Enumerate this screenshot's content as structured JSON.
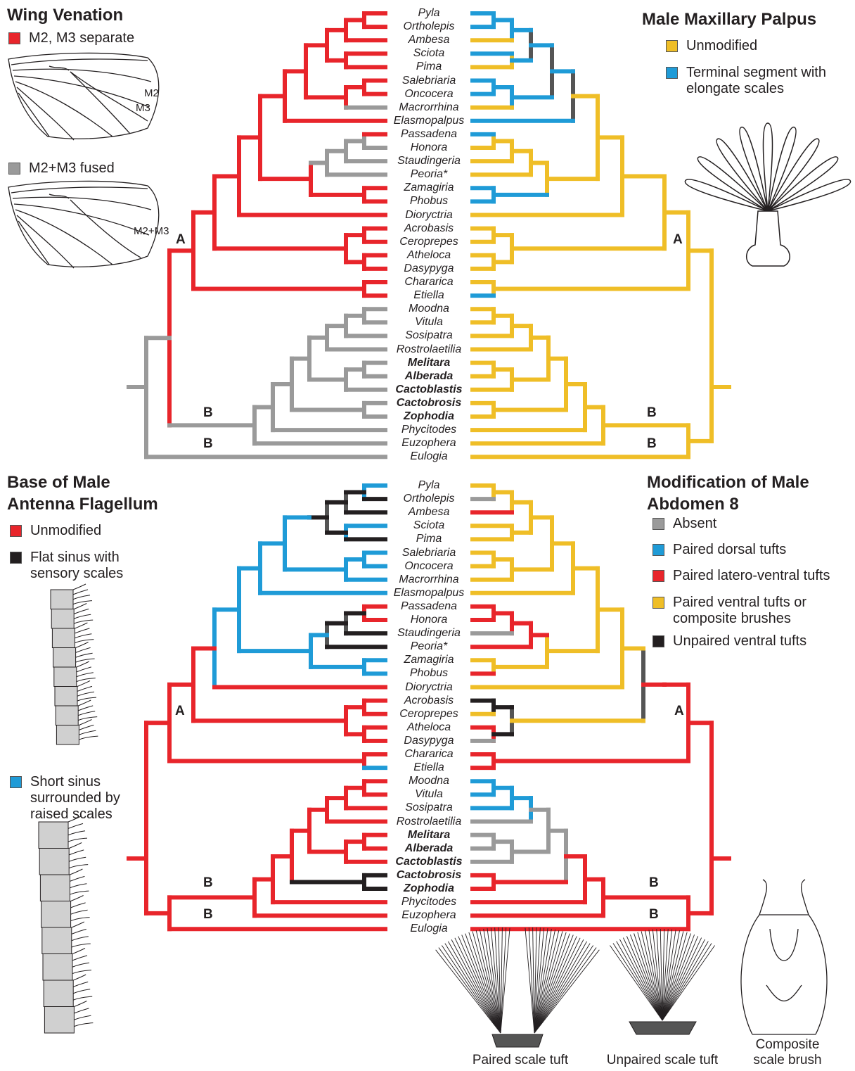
{
  "panels": {
    "wing": {
      "title": "Wing Venation",
      "states": [
        {
          "label": "M2, M3 separate",
          "color": "#e8252b"
        },
        {
          "label": "M2+M3 fused",
          "color": "#9a9a9a"
        }
      ],
      "wing_labels": {
        "m2": "M2",
        "m3": "M3",
        "fused": "M2+M3"
      }
    },
    "palpus": {
      "title": "Male Maxillary Palpus",
      "states": [
        {
          "label": "Unmodified",
          "color": "#efbe27"
        },
        {
          "label": "Terminal segment with\nelongate scales",
          "color": "#1f9bd7"
        }
      ]
    },
    "antenna": {
      "title": "Base of Male\nAntenna Flagellum",
      "states": [
        {
          "label": "Unmodified",
          "color": "#e8252b"
        },
        {
          "label": "Flat sinus with\nsensory scales",
          "color": "#231f20"
        },
        {
          "label": "Short sinus\nsurrounded by\nraised scales",
          "color": "#1f9bd7"
        }
      ]
    },
    "abdomen": {
      "title": "Modification of Male\nAbdomen 8",
      "states": [
        {
          "label": "Absent",
          "color": "#9a9a9a"
        },
        {
          "label": "Paired dorsal tufts",
          "color": "#1f9bd7"
        },
        {
          "label": "Paired latero-ventral tufts",
          "color": "#e8252b"
        },
        {
          "label": "Paired ventral tufts or\ncomposite brushes",
          "color": "#efbe27"
        },
        {
          "label": "Unpaired ventral tufts",
          "color": "#231f20"
        }
      ],
      "captions": [
        "Paired scale tuft",
        "Unpaired scale tuft",
        "Composite\nscale brush"
      ]
    }
  },
  "taxa": [
    {
      "name": "Pyla",
      "bold": false
    },
    {
      "name": "Ortholepis",
      "bold": false
    },
    {
      "name": "Ambesa",
      "bold": false
    },
    {
      "name": "Sciota",
      "bold": false
    },
    {
      "name": "Pima",
      "bold": false
    },
    {
      "name": "Salebriaria",
      "bold": false
    },
    {
      "name": "Oncocera",
      "bold": false
    },
    {
      "name": "Macrorrhina",
      "bold": false
    },
    {
      "name": "Elasmopalpus",
      "bold": false
    },
    {
      "name": "Passadena",
      "bold": false
    },
    {
      "name": "Honora",
      "bold": false
    },
    {
      "name": "Staudingeria",
      "bold": false
    },
    {
      "name": "Peoria*",
      "bold": false
    },
    {
      "name": "Zamagiria",
      "bold": false
    },
    {
      "name": "Phobus",
      "bold": false
    },
    {
      "name": "Dioryctria",
      "bold": false
    },
    {
      "name": "Acrobasis",
      "bold": false
    },
    {
      "name": "Ceroprepes",
      "bold": false
    },
    {
      "name": "Atheloca",
      "bold": false
    },
    {
      "name": "Dasypyga",
      "bold": false
    },
    {
      "name": "Chararica",
      "bold": false
    },
    {
      "name": "Etiella",
      "bold": false
    },
    {
      "name": "Moodna",
      "bold": false
    },
    {
      "name": "Vitula",
      "bold": false
    },
    {
      "name": "Sosipatra",
      "bold": false
    },
    {
      "name": "Rostrolaetilia",
      "bold": false
    },
    {
      "name": "Melitara",
      "bold": true
    },
    {
      "name": "Alberada",
      "bold": true
    },
    {
      "name": "Cactoblastis",
      "bold": true
    },
    {
      "name": "Cactobrosis",
      "bold": true
    },
    {
      "name": "Zophodia",
      "bold": true
    },
    {
      "name": "Phycitodes",
      "bold": false
    },
    {
      "name": "Euzophera",
      "bold": false
    },
    {
      "name": "Eulogia",
      "bold": false
    }
  ],
  "node_labels": {
    "a": "A",
    "b": "B"
  },
  "colors": {
    "red": "#e8252b",
    "gray": "#9a9a9a",
    "blue": "#1f9bd7",
    "yellow": "#efbe27",
    "black": "#231f20",
    "dashed": "#555555"
  }
}
